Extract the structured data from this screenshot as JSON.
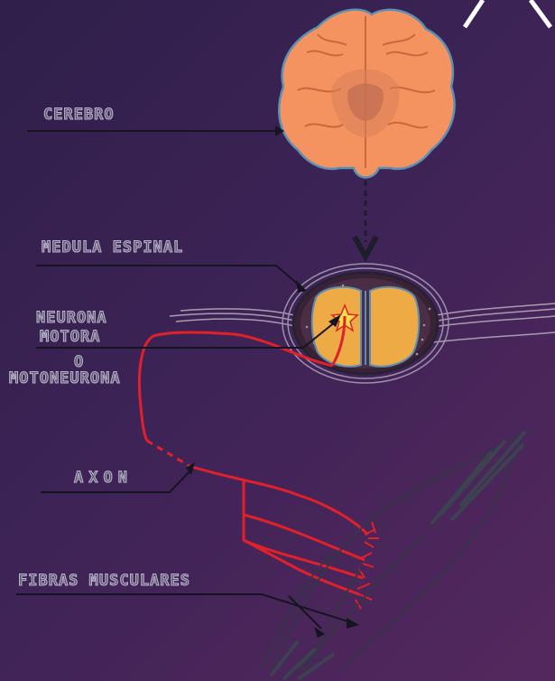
{
  "labels": {
    "cerebro": "CEREBRO",
    "medula": "MEDULA ESPINAL",
    "neurona_line1": "NEURONA",
    "neurona_line2": "MOTORA",
    "neurona_line3": "O",
    "neurona_line4": "MOTONEURONA",
    "axon": "AXON",
    "fibras": "FIBRAS MUSCULARES"
  },
  "colors": {
    "background_start": "#2f1f4a",
    "background_end": "#54285e",
    "brain": "#f4935f",
    "brain_outline": "#5b8fb3",
    "gray_matter": "#eeaa45",
    "nerve_fibers": "#e0202a",
    "leader_lines": "#151520",
    "label_outline": "#bdb7cc",
    "muscle_outline": "#333846"
  }
}
